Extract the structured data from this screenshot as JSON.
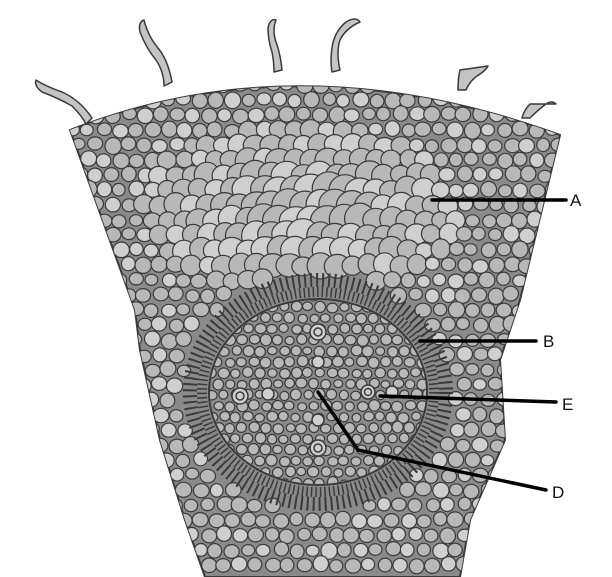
{
  "colors": {
    "background": "#ffffff",
    "cell_fill": "#b8b8b8",
    "cell_fill_light": "#cfcfcf",
    "cell_stroke": "#3a3a3a",
    "tissue_fill": "#8a8a8a",
    "hair_fill": "#c4c4c4",
    "leader_line": "#000000"
  },
  "diagram": {
    "subject": "root-transverse-section",
    "parts": [
      {
        "id": "root-hair",
        "icon": "root-hair-shape"
      },
      {
        "id": "cortex",
        "icon": "parenchyma-cells"
      },
      {
        "id": "endodermis",
        "icon": "ring-of-cells"
      },
      {
        "id": "pericycle",
        "icon": "ring-of-cells"
      },
      {
        "id": "xylem",
        "icon": "vessel-cells"
      },
      {
        "id": "phloem",
        "icon": "small-cells"
      }
    ],
    "labels": {
      "a": "A",
      "b": "B",
      "c": "E",
      "d": "D"
    }
  }
}
